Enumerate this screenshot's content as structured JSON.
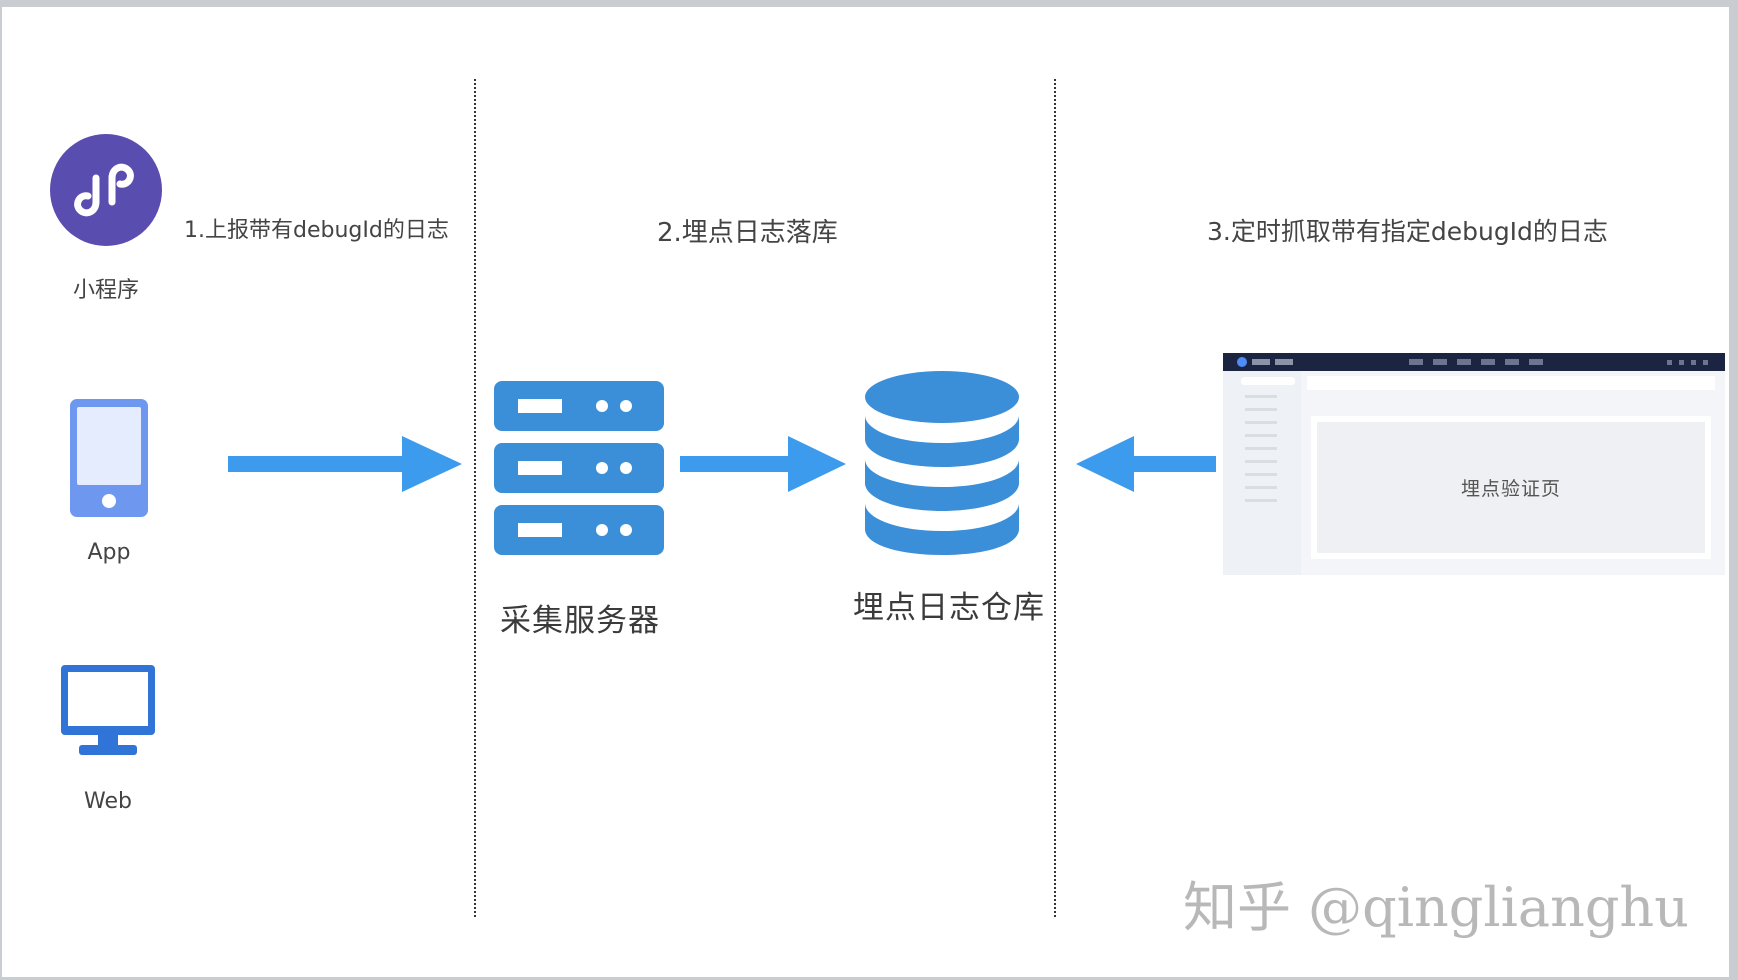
{
  "steps": {
    "step1": "1.上报带有debugId的日志",
    "step2": "2.埋点日志落库",
    "step3": "3.定时抓取带有指定debugId的日志"
  },
  "clients": {
    "miniprogram_label": "小程序",
    "app_label": "App",
    "web_label": "Web"
  },
  "collector_label": "采集服务器",
  "warehouse_label": "埋点日志仓库",
  "verify_page_label": "埋点验证页",
  "watermark": "知乎 @qinglianghu",
  "colors": {
    "arrow": "#3d9bee",
    "server": "#3a8fd8",
    "database": "#3a8fd8",
    "miniprogram": "#5a4db0",
    "phone": "#6e97f0",
    "monitor": "#2f74d6"
  }
}
